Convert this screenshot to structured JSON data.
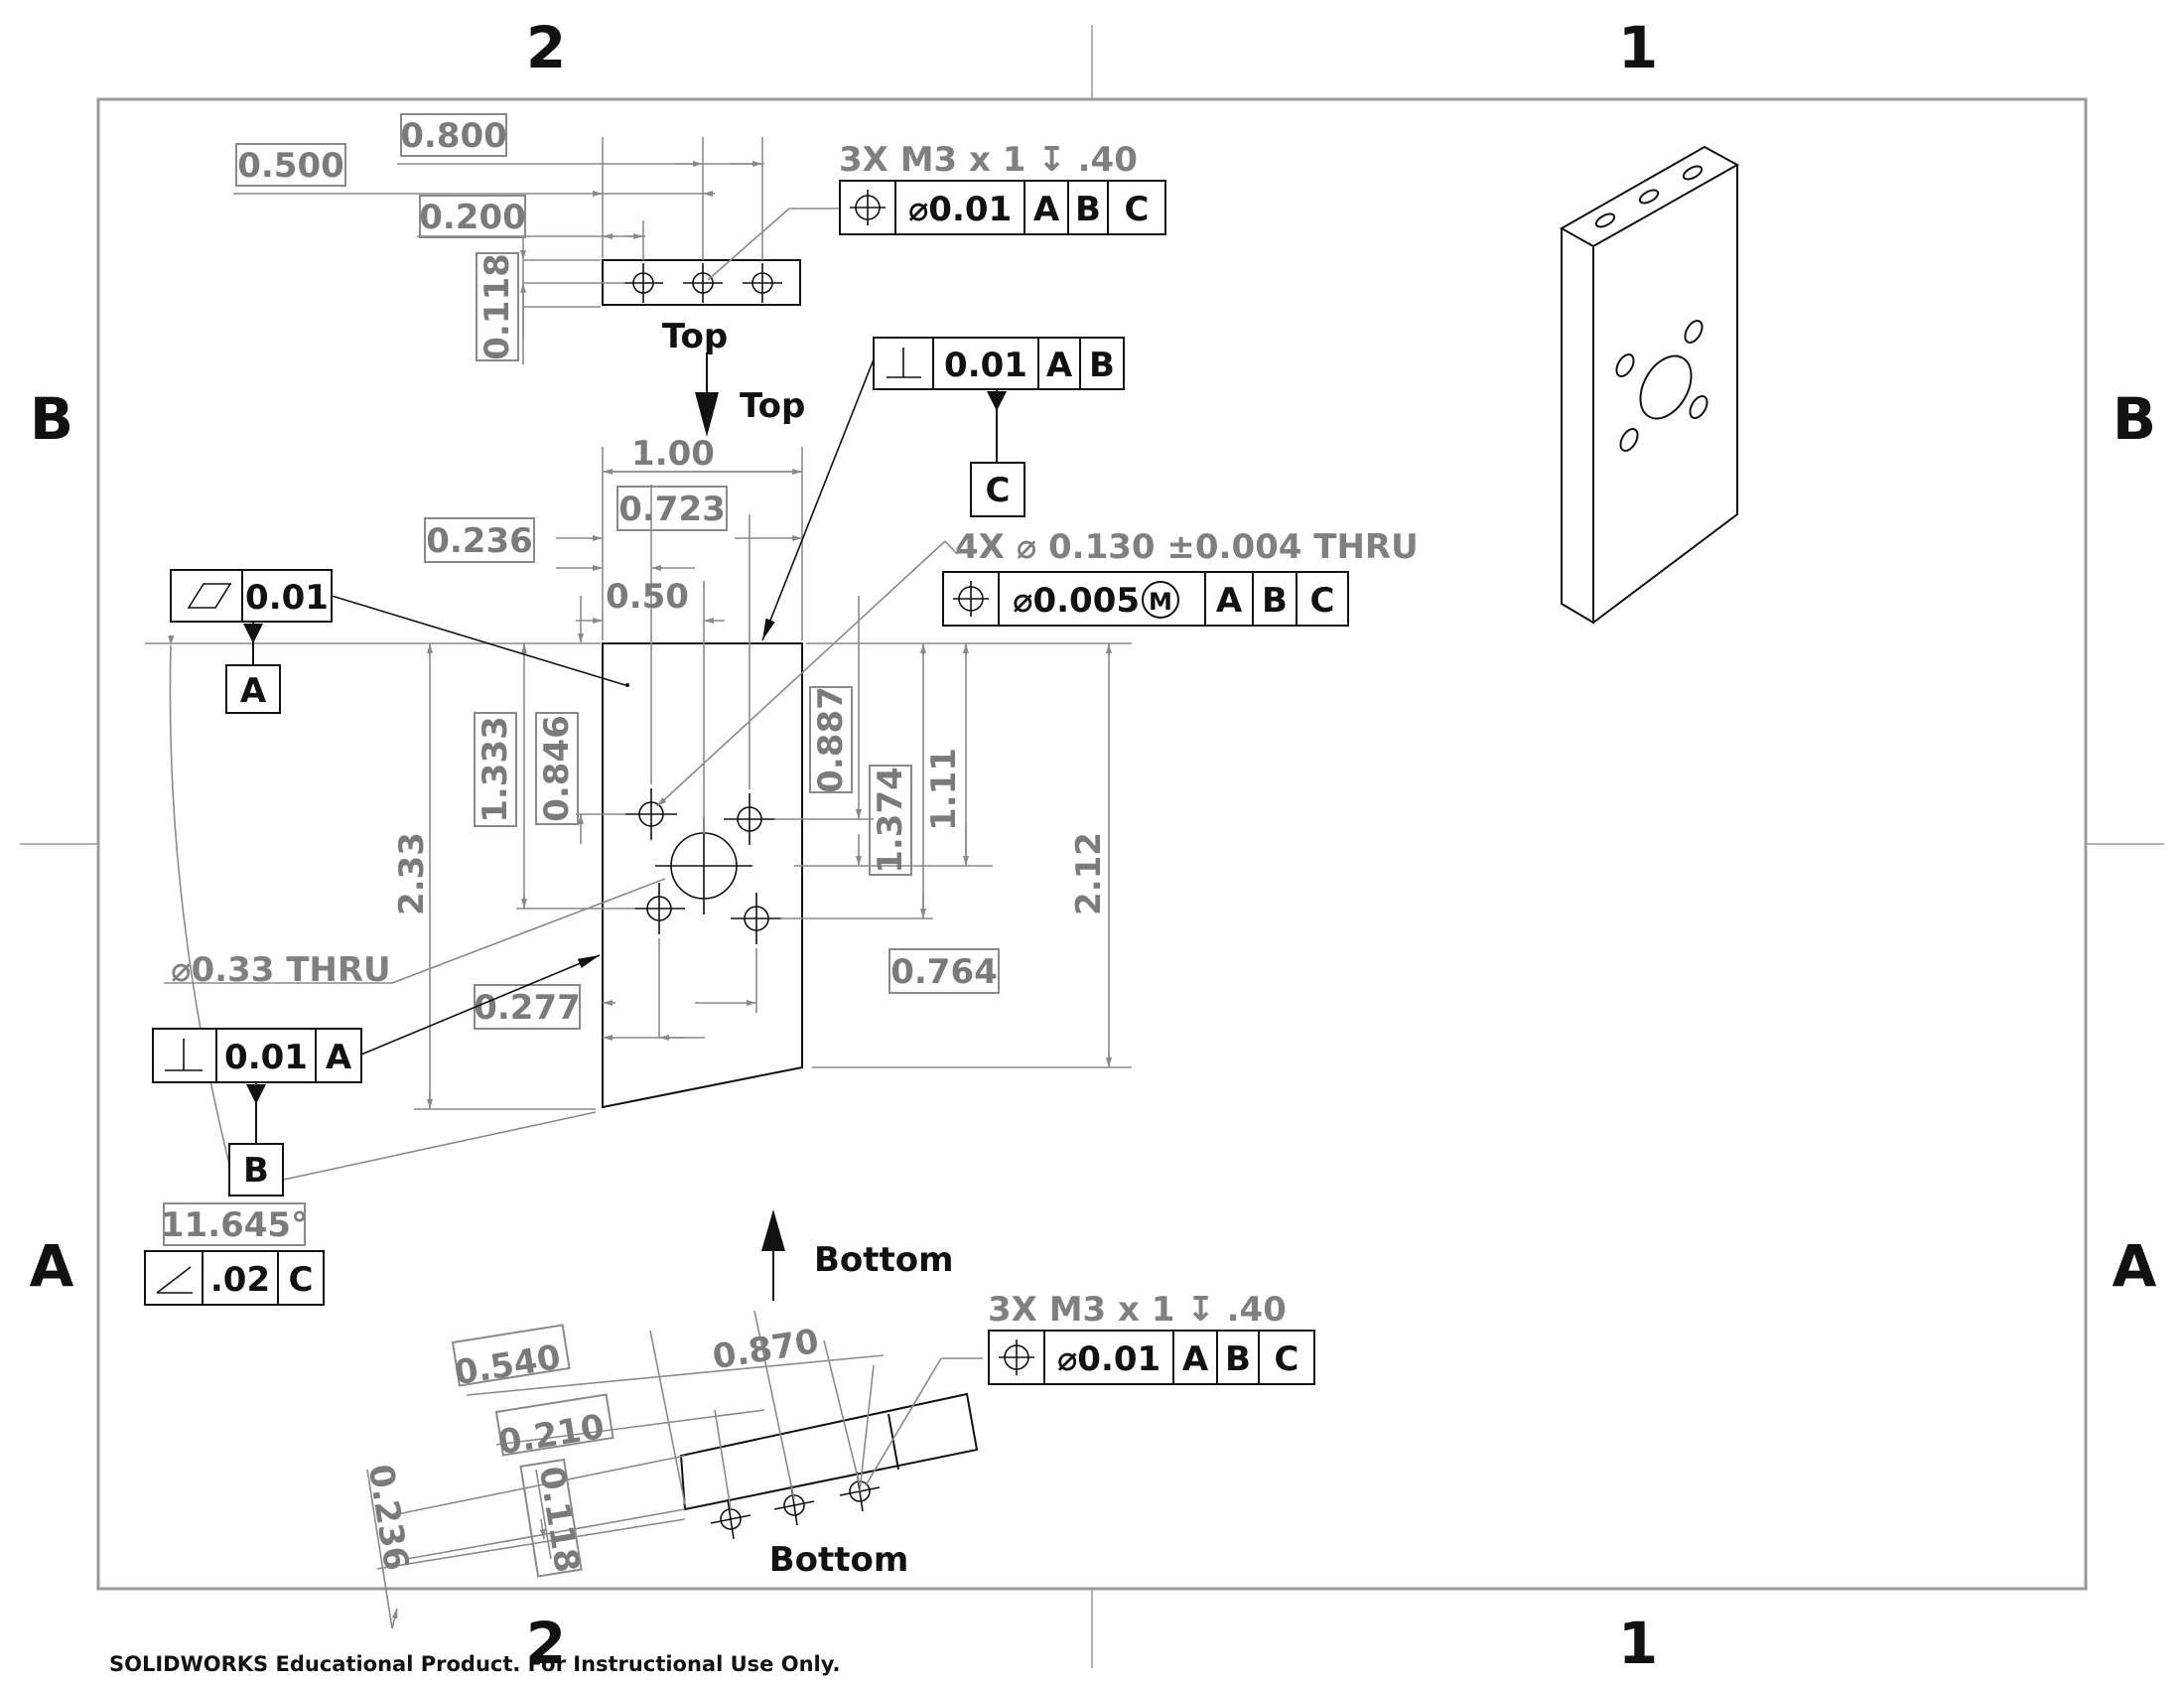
{
  "sheet": {
    "zones_top": [
      "2",
      "1"
    ],
    "zones_bottom": [
      "2",
      "1"
    ],
    "zones_left": [
      "B",
      "A"
    ],
    "zones_right": [
      "B",
      "A"
    ],
    "footer": "SOLIDWORKS Educational Product. For Instructional Use Only."
  },
  "top_view": {
    "label": "Top",
    "arrow_label": "Top",
    "dims": {
      "d500": "0.500",
      "d800": "0.800",
      "d200": "0.200",
      "d118": "0.118"
    },
    "hole_note": "3X M3 x 1 ↧ .40",
    "fcf": {
      "symbol": "position-icon",
      "tol": "⌀0.01",
      "datums": [
        "A",
        "B",
        "C"
      ]
    }
  },
  "front_view": {
    "dims": {
      "d100": "1.00",
      "d723": "0.723",
      "d236": "0.236",
      "d050": "0.50",
      "d1333": "1.333",
      "d846": "0.846",
      "d887": "0.887",
      "d1374": "1.374",
      "d111": "1.11",
      "d233": "2.33",
      "d212": "2.12",
      "d277": "0.277",
      "d764": "0.764",
      "angle": "11.645°"
    },
    "hole_note": "4X ⌀ 0.130 ±0.004 THRU",
    "hole_fcf": {
      "tol": "⌀0.005",
      "modifier": "M",
      "datums": [
        "A",
        "B",
        "C"
      ]
    },
    "bore_note": "⌀0.33 THRU",
    "flatness_fcf": {
      "tol": "0.01"
    },
    "datum_a": "A",
    "perp_b_fcf": {
      "tol": "0.01",
      "datums": [
        "A",
        "B"
      ]
    },
    "datum_c": "C",
    "perp_a_fcf": {
      "tol": "0.01",
      "datums": [
        "A"
      ]
    },
    "datum_b": "B",
    "angularity_fcf": {
      "tol": ".02",
      "datums": [
        "C"
      ]
    }
  },
  "bottom_view": {
    "label": "Bottom",
    "arrow_label": "Bottom",
    "dims": {
      "d540": "0.540",
      "d870": "0.870",
      "d210": "0.210",
      "d236": "0.236",
      "d118": "0.118"
    },
    "hole_note": "3X M3 x 1 ↧ .40",
    "fcf": {
      "tol": "⌀0.01",
      "datums": [
        "A",
        "B",
        "C"
      ]
    }
  }
}
